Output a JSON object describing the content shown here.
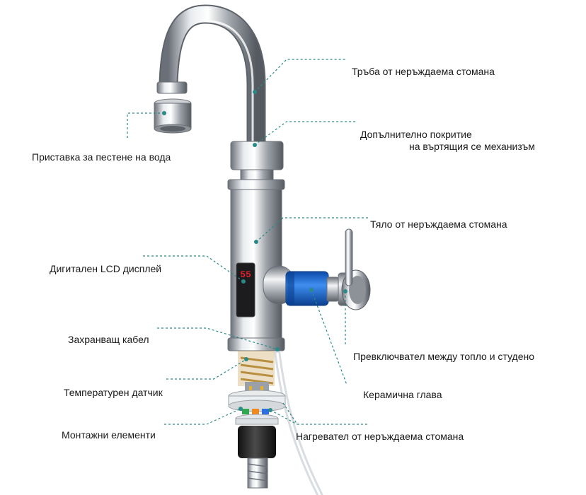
{
  "labels": {
    "spout_pipe": "Тръба от неръждаема стомана",
    "swivel_coating_line1": "Допълнително покритие",
    "swivel_coating_line2": "на въртящия се механизъм",
    "aerator": "Приставка за пестене на вода",
    "body": "Тяло от неръждаема стомана",
    "lcd": "Дигитален LCD дисплей",
    "switch": "Превключвател между топло и студено",
    "power_cable": "Захранващ кабел",
    "ceramic_head": "Керамична глава",
    "temp_sensor": "Температурен датчик",
    "mounting": "Монтажни елементи",
    "heater": "Нагревател от неръждаема стомана"
  },
  "lcd_reading": "55",
  "colors": {
    "leader": "#2a8a88",
    "chrome": "#c8ccd2",
    "knob_blue": "#1f6fd6",
    "lcd_red": "#e0202a"
  }
}
